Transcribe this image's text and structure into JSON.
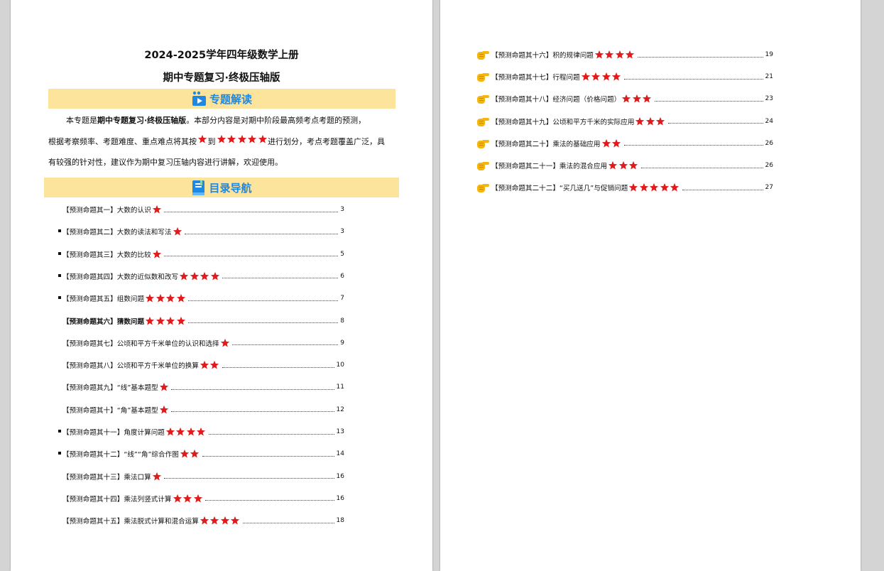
{
  "left_page": {
    "title_line1": "2024-2025学年四年级数学上册",
    "title_line2": "期中专题复习·终极压轴版",
    "banner_intro": "专题解读",
    "intro_paragraph": {
      "line1_prefix": "本专题是",
      "line1_bold": "期中专题复习·终极压轴版",
      "line1_suffix": "。本部分内容是对期中阶段最高频考点考题的预测，",
      "line2_prefix": "根据考察频率、考题难度、重点难点将其按",
      "line2_mid": "到",
      "line2_suffix": "进行划分，考点考题覆盖广泛，具",
      "line3": "有较强的针对性，建议作为期中复习压轴内容进行讲解，欢迎使用。"
    },
    "banner_toc": "目录导航",
    "toc": [
      {
        "label": "【预测命题其一】大数的认识",
        "stars": 1,
        "page": "3",
        "bullet": false
      },
      {
        "label": "【预测命题其二】大数的读法和写法",
        "stars": 1,
        "page": "3",
        "bullet": true
      },
      {
        "label": "【预测命题其三】大数的比较",
        "stars": 1,
        "page": "5",
        "bullet": true
      },
      {
        "label": "【预测命题其四】大数的近似数和改写",
        "stars": 4,
        "page": "6",
        "bullet": true
      },
      {
        "label": "【预测命题其五】组数问题",
        "stars": 4,
        "page": "7",
        "bullet": true
      },
      {
        "label": "【预测命题其六】猜数问题",
        "stars": 4,
        "page": "8",
        "bullet": false
      },
      {
        "label": "【预测命题其七】公顷和平方千米单位的认识和选择",
        "stars": 1,
        "page": "9",
        "bullet": false
      },
      {
        "label": "【预测命题其八】公顷和平方千米单位的换算",
        "stars": 2,
        "page": "10",
        "bullet": false
      },
      {
        "label": "【预测命题其九】“线”基本题型",
        "stars": 1,
        "page": "11",
        "bullet": false
      },
      {
        "label": "【预测命题其十】“角”基本题型",
        "stars": 1,
        "page": "12",
        "bullet": false
      },
      {
        "label": "【预测命题其十一】角度计算问题",
        "stars": 4,
        "page": "13",
        "bullet": true
      },
      {
        "label": "【预测命题其十二】“线”“角”综合作图",
        "stars": 2,
        "page": "14",
        "bullet": true
      },
      {
        "label": "【预测命题其十三】乘法口算",
        "stars": 1,
        "page": "16",
        "bullet": false
      },
      {
        "label": "【预测命题其十四】乘法列竖式计算",
        "stars": 3,
        "page": "16",
        "bullet": false
      },
      {
        "label": "【预测命题其十五】乘法脱式计算和混合运算",
        "stars": 4,
        "page": "18",
        "bullet": false
      }
    ]
  },
  "right_page": {
    "toc": [
      {
        "label": "【预测命题其十六】积的规律问题",
        "stars": 4,
        "page": "19"
      },
      {
        "label": "【预测命题其十七】行程问题",
        "stars": 4,
        "page": "21"
      },
      {
        "label": "【预测命题其十八】经济问题（价格问题）",
        "stars": 3,
        "page": "23"
      },
      {
        "label": "【预测命题其十九】公顷和平方千米的实际应用",
        "stars": 3,
        "page": "24"
      },
      {
        "label": "【预测命题其二十】乘法的基础应用",
        "stars": 2,
        "page": "26"
      },
      {
        "label": "【预测命题其二十一】乘法的混合应用",
        "stars": 3,
        "page": "26"
      },
      {
        "label": "【预测命题其二十二】“买几送几”与促销问题",
        "stars": 5,
        "page": "27"
      }
    ]
  },
  "colors": {
    "banner_bg": "#fde49c",
    "banner_text": "#1e88e5",
    "star": "#e11b1b",
    "hand": "#f5b50f"
  },
  "icons": {
    "star": "star-icon",
    "hand": "pointing-hand-icon",
    "intro_banner": "video-play-icon",
    "toc_banner": "book-icon"
  }
}
